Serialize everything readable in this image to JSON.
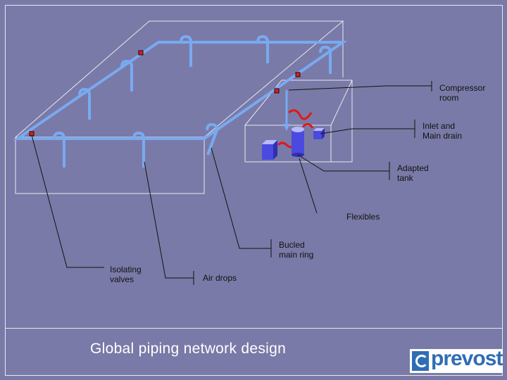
{
  "title": "Global piping network design",
  "labels": {
    "compressor_room": "Compressor\nroom",
    "inlet_main_drain": "Inlet and\nMain drain",
    "adapted_tank": "Adapted\ntank",
    "flexibles": "Flexibles",
    "bucled_main_ring": "Bucled\nmain ring",
    "isolating_valves": "Isolating\nvalves",
    "air_drops": "Air drops"
  },
  "logo": {
    "text": "prevost"
  },
  "colors": {
    "background": "#7a7aa8",
    "pipe": "#78aaf0",
    "valve": "#cc2222",
    "flexible": "#e01818",
    "tank": "#4a4ae0",
    "logo_blue": "#2f6db5"
  }
}
